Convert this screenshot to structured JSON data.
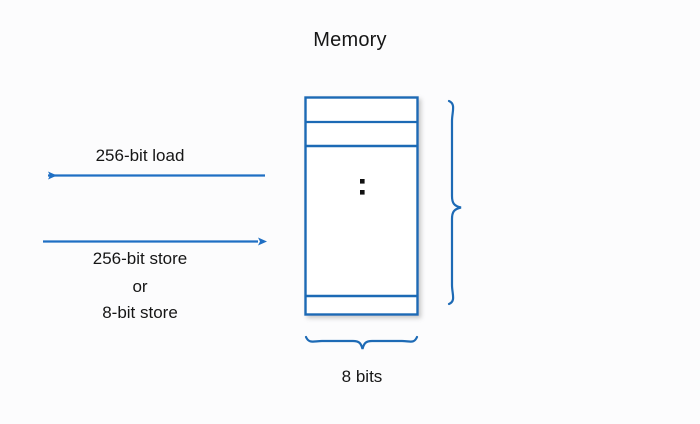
{
  "diagram": {
    "title": "Memory",
    "background_color": "#fcfcfd",
    "accent_color": "#1f6fc4",
    "line_color": "#1d6ab5",
    "text_color": "#161616"
  },
  "memory_block": {
    "name": "memory-block",
    "rows": [
      {
        "id": "row-1",
        "label": ""
      },
      {
        "id": "row-2",
        "label": ""
      },
      {
        "id": "row-3",
        "label": ""
      },
      {
        "id": "row-body",
        "label": "⋮"
      },
      {
        "id": "row-last",
        "label": ""
      }
    ],
    "ellipsis": "vertical-dots"
  },
  "arrows": {
    "load": {
      "label": "256-bit load",
      "direction": "left",
      "icon": "arrow-left-icon"
    },
    "store": {
      "label_lines": [
        "256-bit store",
        "or",
        "8-bit store"
      ],
      "line_1": "256-bit store",
      "line_2": "or",
      "line_3": "8-bit store",
      "direction": "right",
      "icon": "arrow-right-icon"
    }
  },
  "braces": {
    "vertical": {
      "name": "height-brace",
      "label": ""
    },
    "horizontal": {
      "name": "width-brace",
      "label": "8 bits"
    }
  }
}
